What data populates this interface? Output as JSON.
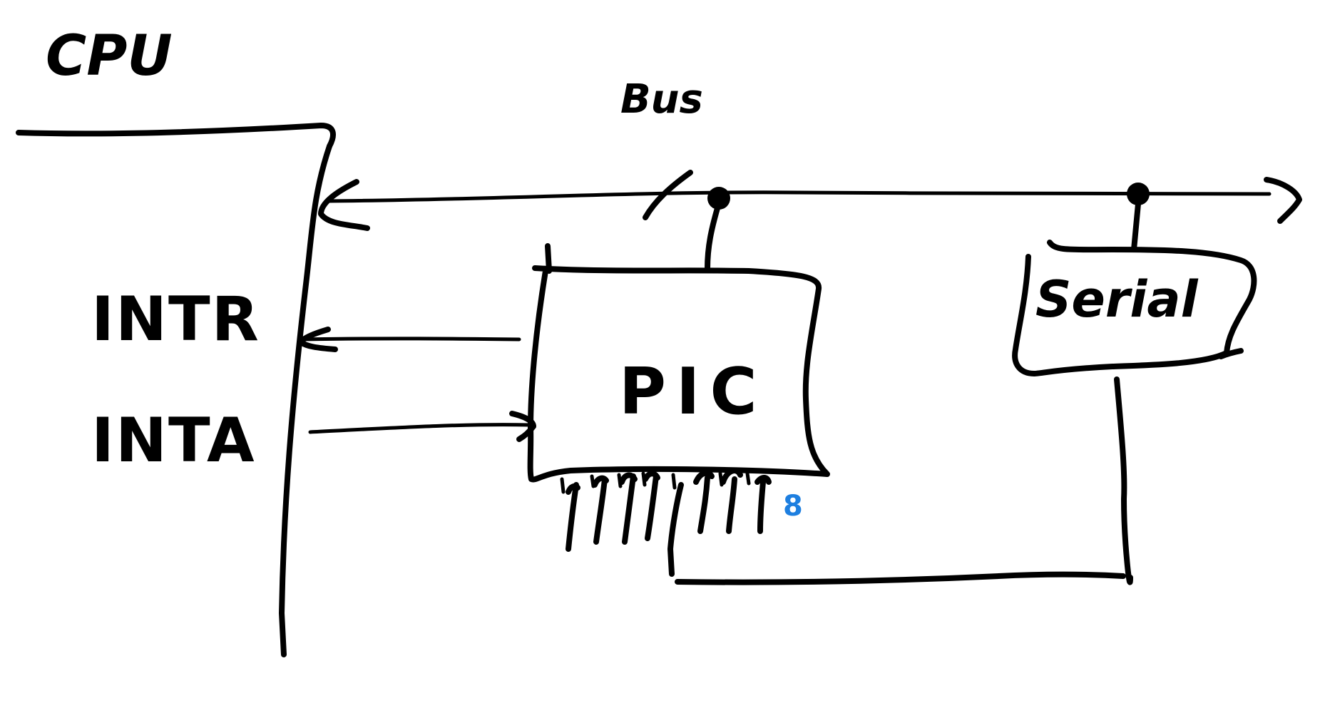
{
  "labels": {
    "cpu": "CPU",
    "bus": "Bus",
    "intr": "INTR",
    "inta": "INTA",
    "pic": "PIC",
    "serial": "Serial",
    "line_count": "8"
  },
  "colors": {
    "ink": "#000000",
    "annotation": "#1e7fe0",
    "background": "#ffffff"
  }
}
